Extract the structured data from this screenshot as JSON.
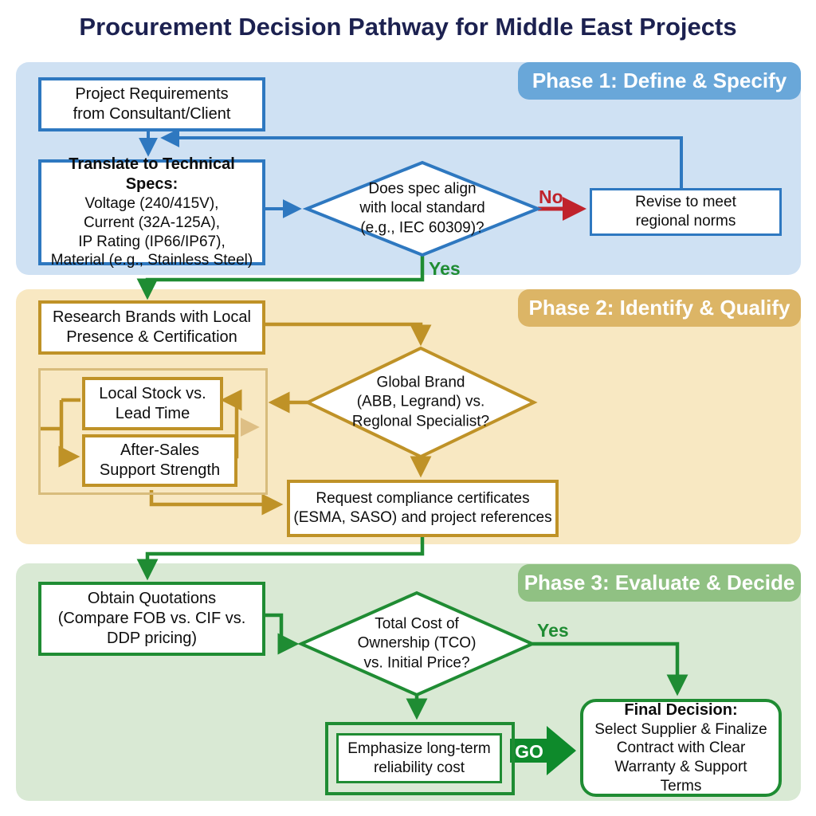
{
  "title": "Procurement Decision Pathway for Middle East Projects",
  "phase1": {
    "label": "Phase 1: Define & Specify",
    "requirements": "Project Requirements\nfrom Consultant/Client",
    "translate_title": "Translate to Technical Specs:",
    "translate_body": "Voltage (240/415V),\nCurrent (32A-125A),\nIP Rating (IP66/IP67),\nMaterial (e.g., Stainless Steel)",
    "decision": "Does spec align\nwith local standard\n(e.g., IEC 60309)?",
    "no_label": "No",
    "yes_label": "Yes",
    "revise": "Revise to meet\nregional norms"
  },
  "phase2": {
    "label": "Phase 2: Identify & Qualify",
    "research": "Research Brands with Local\nPresence & Certification",
    "decision": "Global Brand\n(ABB, Legrand) vs.\nReglonal Specialist?",
    "local_stock": "Local Stock vs.\nLead Time",
    "after_sales": "After-Sales\nSupport Strength",
    "request": "Request compliance certificates\n(ESMA, SASO) and project references"
  },
  "phase3": {
    "label": "Phase 3: Evaluate & Decide",
    "obtain": "Obtain Quotations\n(Compare FOB vs. CIF vs.\nDDP pricing)",
    "decision": "Total Cost of\nOwnership (TCO)\nvs. Initial Price?",
    "yes_label": "Yes",
    "go_label": "GO",
    "emphasize": "Emphasize long-term\nreliability cost",
    "final_title": "Final Decision:",
    "final_body": "Select Supplier & Finalize\nContract with Clear\nWarranty & Support\nTerms"
  },
  "colors": {
    "title_text": "#1c2150",
    "phase1_bg": "#cfe1f3",
    "phase1_badge": "#69a7d9",
    "blue_line": "#2e78c0",
    "phase2_bg": "#f8e8c2",
    "phase2_badge": "#dcb566",
    "gold_line": "#bf9227",
    "phase3_bg": "#d9e9d4",
    "phase3_badge": "#90c183",
    "green_line": "#1f8c33",
    "no_red": "#c0232c",
    "go_arrow": "#0e8a2b"
  }
}
